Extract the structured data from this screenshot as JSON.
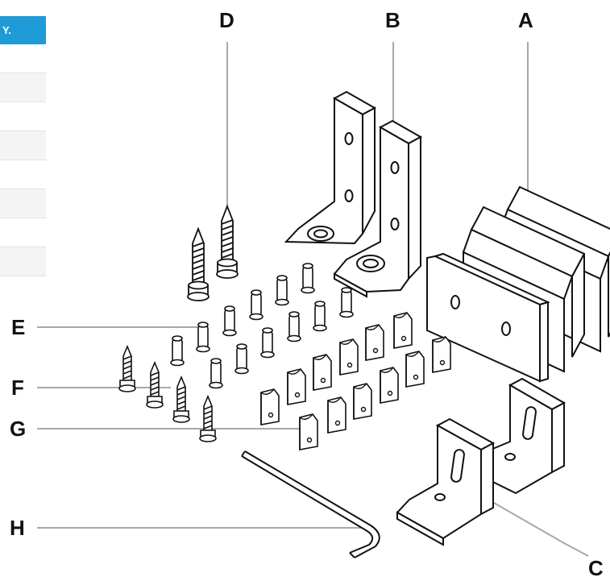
{
  "table": {
    "header": "Y.",
    "rows": [
      "",
      "",
      "",
      "",
      "",
      "",
      "",
      ""
    ]
  },
  "labels": {
    "A": "A",
    "B": "B",
    "C": "C",
    "D": "D",
    "E": "E",
    "F": "F",
    "G": "G",
    "H": "H"
  },
  "colors": {
    "header_bg": "#1e9ad6",
    "leader": "#a8a8a8",
    "line": "#111111"
  }
}
